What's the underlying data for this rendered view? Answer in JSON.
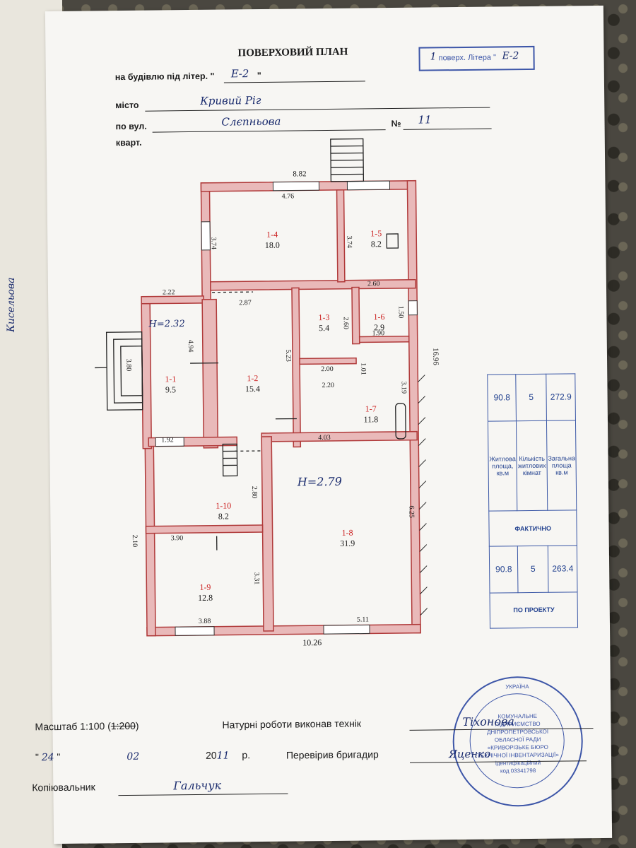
{
  "header": {
    "title": "ПОВЕРХОВИЙ ПЛАН",
    "building_label": "на будівлю під літер. \"",
    "building_letter": "Е-2",
    "building_close": "\"",
    "city_label": "місто",
    "city_value": "Кривий Ріг",
    "street_label": "по вул.",
    "street_value": "Слєпньова",
    "number_label": "№",
    "number_value": "11",
    "block_label": "кварт."
  },
  "stamp_top": {
    "floor": "1",
    "text": "поверх. Літера \"",
    "letter": "Е-2"
  },
  "plan": {
    "overall_width": "8.82",
    "overall_bottom": "10.26",
    "right_length": "16.96",
    "rooms": [
      {
        "id": "1-1",
        "area": "9.5"
      },
      {
        "id": "1-2",
        "area": "15.4"
      },
      {
        "id": "1-3",
        "area": "5.4"
      },
      {
        "id": "1-4",
        "area": "18.0"
      },
      {
        "id": "1-5",
        "area": "8.2"
      },
      {
        "id": "1-6",
        "area": "2.9"
      },
      {
        "id": "1-7",
        "area": "11.8"
      },
      {
        "id": "1-8",
        "area": "31.9"
      },
      {
        "id": "1-9",
        "area": "12.8"
      },
      {
        "id": "1-10",
        "area": "8.2"
      }
    ],
    "heights": {
      "left": "Н=2.32",
      "right": "Н=2.79"
    },
    "dims": {
      "d476": "4.76",
      "d374a": "3.74",
      "d374b": "3.74",
      "d222": "2.22",
      "d287": "2.87",
      "d260": "2.60",
      "d150": "1.50",
      "d190": "1.90",
      "d494": "4.94",
      "d523": "5.23",
      "d200": "2.00",
      "d101": "1.01",
      "d220": "2.20",
      "d319": "3.19",
      "d403": "4.03",
      "d380": "3.80",
      "d192": "1.92",
      "d280": "2.80",
      "d625": "6.25",
      "d210": "2.10",
      "d390": "3.90",
      "d331": "3.31",
      "d388": "3.88",
      "d511": "5.11",
      "d260b": "2.60"
    }
  },
  "table": {
    "by_project": "ПО ПРОЕКТУ",
    "actual": "ФАКТИЧНО",
    "col_total": "Загальна площа кв.м",
    "col_rooms": "Кількість житлових кімнат",
    "col_living": "Житлова площа, кв.м",
    "project_total": "263.4",
    "project_rooms": "5",
    "project_living": "90.8",
    "actual_total": "272.9",
    "actual_rooms": "5",
    "actual_living": "90.8"
  },
  "seal": {
    "top": "УКРАЇНА",
    "l1": "КОМУНАЛЬНЕ",
    "l2": "ПІДПРИЄМСТВО",
    "l3": "ДНІПРОПЕТРОВСЬКОЇ",
    "l4": "ОБЛАСНОЇ РАДИ",
    "l5": "«КРИВОРІЗЬКЕ БЮРО",
    "l6": "ТЕХНІЧНОЇ ІНВЕНТАРИЗАЦІЇ»",
    "l7": "ідентифікаційний",
    "l8": "код 03341798"
  },
  "footer": {
    "scale_label": "Масштаб 1:100 (",
    "scale_struck": "1:200",
    "scale_close": ")",
    "tech_label": "Натурні роботи виконав технік",
    "tech_sign": "Тіхонова",
    "date_q1": "\"",
    "day": "24",
    "date_q2": "\"",
    "month": "02",
    "year_prefix": "20",
    "year": "11",
    "year_suffix": "р.",
    "checked_label": "Перевірив бригадир",
    "checked_sign": "Яценко",
    "copyist_label": "Копіювальник",
    "copyist_sign": "Гальчук"
  },
  "side_note": "Кисельова"
}
